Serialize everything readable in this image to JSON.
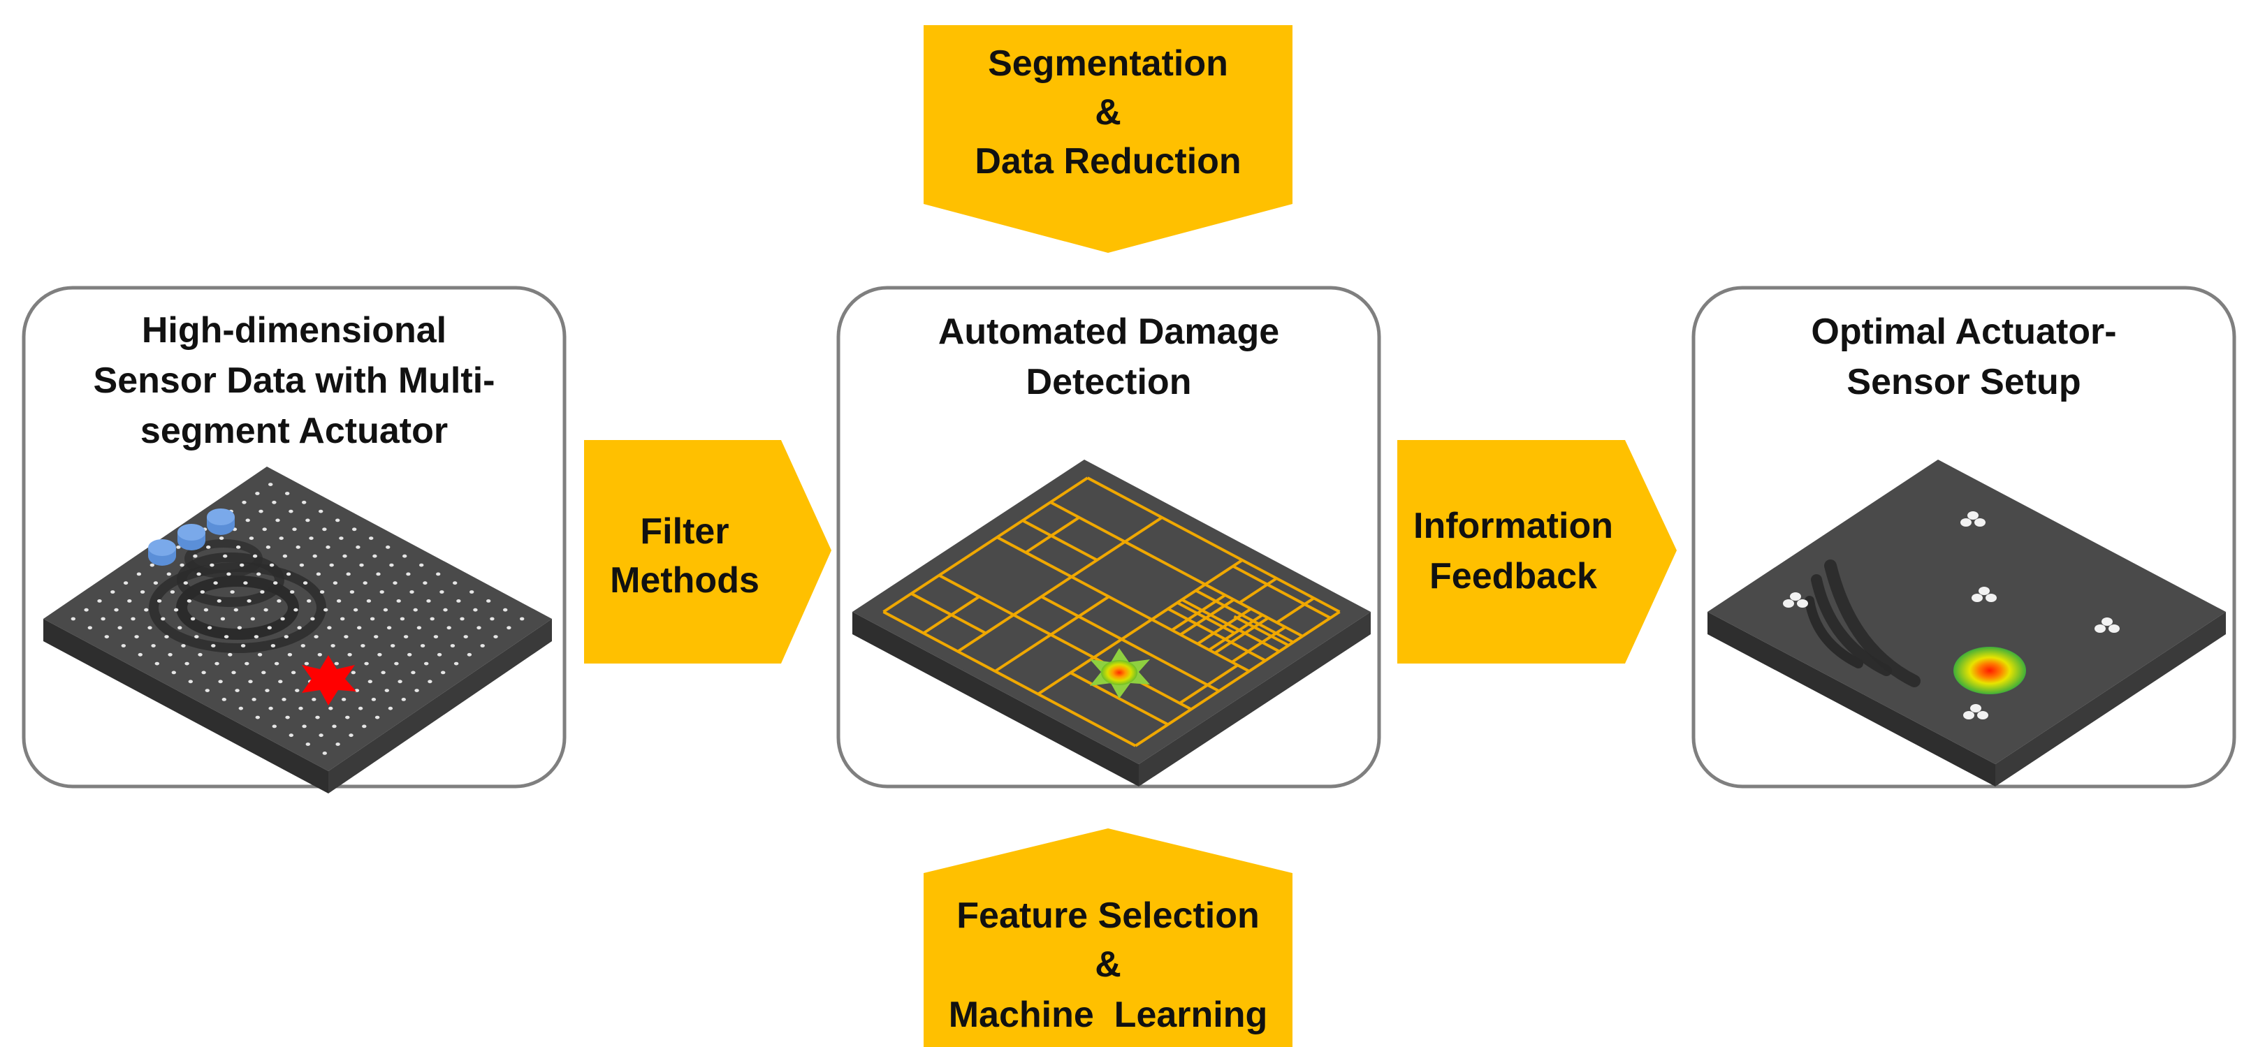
{
  "colors": {
    "arrow_fill": "#FFC000",
    "panel_border": "#7F7F7F",
    "plate_top": "#4A4A4A",
    "plate_side": "#333333",
    "grid_line": "#F0A800",
    "damage_red": "#FF0000",
    "sensor_blue": "#5B8FD8"
  },
  "panels": {
    "left": {
      "title_lines": [
        "High-dimensional",
        "Sensor Data with Multi-",
        "segment Actuator"
      ]
    },
    "center": {
      "title_lines": [
        "Automated Damage",
        "Detection"
      ]
    },
    "right": {
      "title_lines": [
        "Optimal Actuator-",
        "Sensor Setup"
      ]
    }
  },
  "arrows": {
    "filter": {
      "lines": [
        "Filter",
        "Methods"
      ]
    },
    "feedback": {
      "lines": [
        "Information",
        "Feedback"
      ]
    },
    "segmentation": {
      "lines": [
        "Segmentation",
        "&",
        "Data Reduction"
      ]
    },
    "feature": {
      "lines": [
        "Feature Selection",
        "&",
        "Machine  Learning"
      ]
    }
  },
  "icons": {
    "left_plate": "sensor-grid-plate-icon",
    "center_plate": "segmented-grid-plate-icon",
    "right_plate": "optimal-sensor-plate-icon"
  }
}
